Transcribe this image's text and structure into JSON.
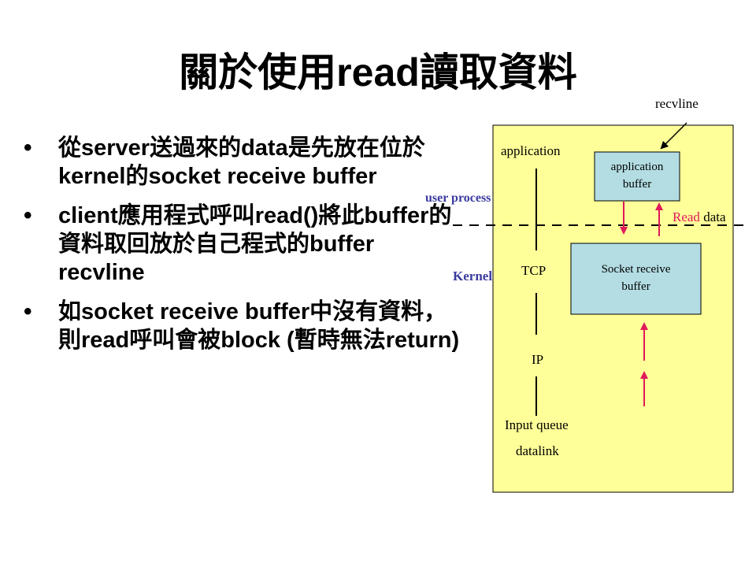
{
  "title": "關於使用read讀取資料",
  "bullets": [
    "從server送過來的data是先放在位於kernel的socket receive buffer",
    "client應用程式呼叫read()將此buffer的資料取回放於自己程式的buffer recvline",
    "如socket receive buffer中沒有資料，則read呼叫會被block (暫時無法return)"
  ],
  "diagram": {
    "recvline": "recvline",
    "application": "application",
    "app_buffer": {
      "line1": "application",
      "line2": "buffer"
    },
    "user_process": "user process",
    "read_word": "Read",
    "data_word": "data",
    "kernel": "Kernel",
    "tcp": "TCP",
    "socket_buffer": {
      "line1": "Socket receive",
      "line2": "buffer"
    },
    "ip": "IP",
    "input_queue": "Input queue",
    "datalink": "datalink"
  },
  "colors": {
    "panel": "#ffff99",
    "box": "#b3dde3",
    "arrow_red": "#e0195a",
    "blue_text": "#3b3ba0",
    "red_text": "#e0195a"
  }
}
